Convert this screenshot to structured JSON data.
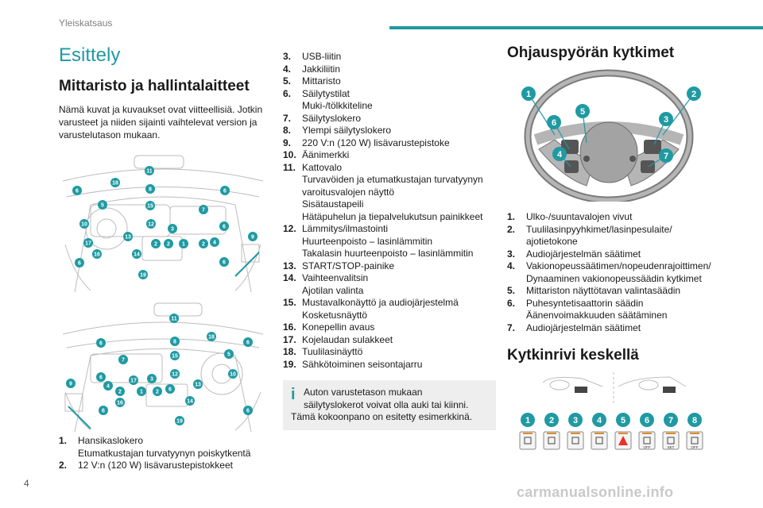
{
  "header": {
    "section_label": "Yleiskatsaus"
  },
  "page_number": "4",
  "watermark": "carmanualsonline.info",
  "colors": {
    "accent": "#1f9aa2",
    "note_background": "#eeeeee"
  },
  "column1": {
    "title": "Esittely",
    "subtitle": "Mittaristo ja hallintalaitteet",
    "intro": "Nämä kuvat ja kuvaukset ovat viitteellisiä. Jotkin varusteet ja niiden sijainti vaihtelevat version ja varustelutason mukaan.",
    "items": [
      {
        "num": "1.",
        "lines": [
          "Hansikaslokero",
          "Etumatkustajan turvatyynyn poiskytkentä"
        ]
      },
      {
        "num": "2.",
        "lines": [
          "12 V:n (120 W) lisävarustepistokkeet"
        ]
      }
    ]
  },
  "column2": {
    "items": [
      {
        "num": "3.",
        "lines": [
          "USB-liitin"
        ]
      },
      {
        "num": "4.",
        "lines": [
          "Jakkiliitin"
        ]
      },
      {
        "num": "5.",
        "lines": [
          "Mittaristo"
        ]
      },
      {
        "num": "6.",
        "lines": [
          "Säilytystilat",
          "Muki-/tölkkiteline"
        ]
      },
      {
        "num": "7.",
        "lines": [
          "Säilytyslokero"
        ]
      },
      {
        "num": "8.",
        "lines": [
          "Ylempi säilytyslokero"
        ]
      },
      {
        "num": "9.",
        "lines": [
          "220 V:n (120 W) lisävarustepistoke"
        ]
      },
      {
        "num": "10.",
        "lines": [
          "Äänimerkki"
        ]
      },
      {
        "num": "11.",
        "lines": [
          "Kattovalo",
          "Turvavöiden ja etumatkustajan turvatyynyn",
          "varoitusvalojen näyttö",
          "Sisätaustapeili",
          "Hätäpuhelun ja tiepalvelukutsun painikkeet"
        ]
      },
      {
        "num": "12.",
        "lines": [
          "Lämmitys/ilmastointi",
          "Huurteenpoisto – lasinlämmitin",
          "Takalasin huurteenpoisto – lasinlämmitin"
        ]
      },
      {
        "num": "13.",
        "lines": [
          "START/STOP-painike"
        ]
      },
      {
        "num": "14.",
        "lines": [
          "Vaihteenvalitsin",
          "Ajotilan valinta"
        ]
      },
      {
        "num": "15.",
        "lines": [
          "Mustavalkonäyttö ja audiojärjestelmä",
          "Kosketusnäyttö"
        ]
      },
      {
        "num": "16.",
        "lines": [
          "Konepellin avaus"
        ]
      },
      {
        "num": "17.",
        "lines": [
          "Kojelaudan sulakkeet"
        ]
      },
      {
        "num": "18.",
        "lines": [
          "Tuulilasinäyttö"
        ]
      },
      {
        "num": "19.",
        "lines": [
          "Sähkötoiminen seisontajarru"
        ]
      }
    ],
    "note": "Auton varustetason mukaan säilytyslokerot voivat olla auki tai kiinni. Tämä kokoonpano on esitetty esimerkkinä.",
    "note_lines": [
      "Auton varustetason mukaan",
      "säilytyslokerot voivat olla auki tai kiinni.",
      "Tämä kokoonpano on esitetty esimerkkinä."
    ]
  },
  "column3": {
    "title": "Ohjauspyörän kytkimet",
    "items": [
      {
        "num": "1.",
        "lines": [
          "Ulko-/suuntavalojen vivut"
        ]
      },
      {
        "num": "2.",
        "lines": [
          "Tuulilasinpyyhkimet/lasinpesulaite/",
          "ajotietokone"
        ]
      },
      {
        "num": "3.",
        "lines": [
          "Audiojärjestelmän säätimet"
        ]
      },
      {
        "num": "4.",
        "lines": [
          "Vakionopeussäätimen/nopeudenrajoittimen/",
          "Dynaaminen vakionopeussäädin kytkimet"
        ]
      },
      {
        "num": "5.",
        "lines": [
          "Mittariston näyttötavan valintasäädin"
        ]
      },
      {
        "num": "6.",
        "lines": [
          "Puhesyntetisaattorin säädin",
          "Äänenvoimakkuuden säätäminen"
        ]
      },
      {
        "num": "7.",
        "lines": [
          "Audiojärjestelmän säätimet"
        ]
      }
    ],
    "title2": "Kytkinrivi keskellä",
    "switch_badges": [
      "1",
      "2",
      "3",
      "4",
      "5",
      "6",
      "7",
      "8"
    ],
    "switch_labels": [
      "OFF",
      "SET",
      "OFF"
    ]
  },
  "figure1_badges": [
    "11",
    "18",
    "8",
    "6",
    "6",
    "5",
    "15",
    "7",
    "10",
    "12",
    "3",
    "6",
    "17",
    "13",
    "2",
    "2",
    "1",
    "2",
    "4",
    "9",
    "16",
    "14",
    "6",
    "6",
    "19"
  ],
  "figure2_badges": [
    "11",
    "18",
    "8",
    "6",
    "6",
    "15",
    "5",
    "7",
    "12",
    "10",
    "6",
    "17",
    "3",
    "13",
    "4",
    "2",
    "1",
    "2",
    "6",
    "9",
    "16",
    "14",
    "6",
    "6",
    "19"
  ],
  "figure3_badges": [
    "1",
    "2",
    "5",
    "6",
    "3",
    "4",
    "7"
  ]
}
